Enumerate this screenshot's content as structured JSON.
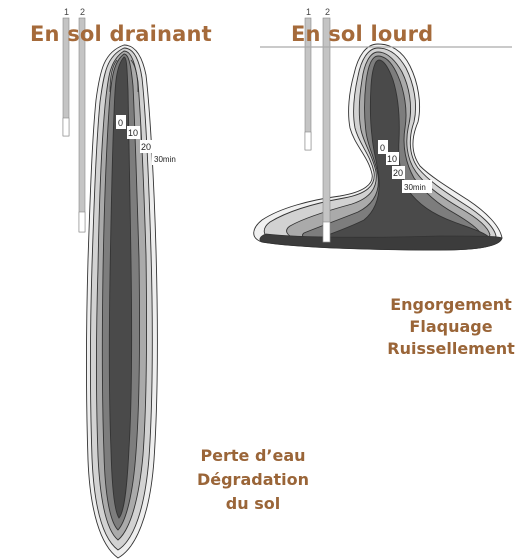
{
  "left_panel": {
    "title": "En sol drainant",
    "tube_labels": [
      "1",
      "2"
    ],
    "contour_labels": [
      "0",
      "10",
      "20",
      "30"
    ],
    "unit_label": "30min",
    "effects": [
      "Perte d’eau",
      "Dégradation",
      "du sol"
    ]
  },
  "right_panel": {
    "title": "En sol lourd",
    "tube_labels": [
      "1",
      "2"
    ],
    "contour_labels": [
      "0",
      "10",
      "20",
      "30"
    ],
    "unit_label": "30min",
    "effects": [
      "Engorgement",
      "Flaquage",
      "Ruissellement"
    ]
  },
  "colors": {
    "title": "#a56a3a",
    "effect_text": "#9a6538",
    "core": "#4a4a4a",
    "inner": "#7d7d7d",
    "mid": "#aaaaaa",
    "outer": "#d2d2d2",
    "tube": "#c4c4c4"
  }
}
